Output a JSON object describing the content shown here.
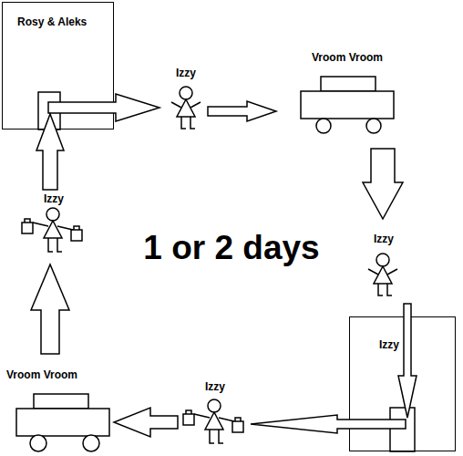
{
  "diagram": {
    "nodes": [
      {
        "text": [
          "Rosy & Aleks"
        ]
      },
      {
        "text": [
          "Izzy"
        ]
      },
      {
        "text": [
          "Vroom Vroom"
        ]
      },
      {
        "text": [
          "Izzy"
        ]
      },
      {
        "text": [
          "Izzy"
        ]
      },
      {
        "text": [
          "Izzy"
        ]
      },
      {
        "text": [
          "Vroom Vroom"
        ]
      },
      {
        "text": [
          "Izzy"
        ]
      }
    ],
    "edges": [
      {
        "from": 0,
        "to": 1,
        "arrow": "to"
      },
      {
        "from": 1,
        "to": 2,
        "arrow": "to"
      },
      {
        "from": 2,
        "to": 3,
        "arrow": "to"
      },
      {
        "from": 3,
        "to": 4,
        "arrow": "to"
      },
      {
        "from": 4,
        "to": 5,
        "arrow": "to"
      },
      {
        "from": 5,
        "to": 6,
        "arrow": "to"
      },
      {
        "from": 6,
        "to": 7,
        "arrow": "to"
      },
      {
        "from": 7,
        "to": 0,
        "arrow": "to"
      }
    ],
    "labels": [
      "1 or 2 days"
    ]
  }
}
